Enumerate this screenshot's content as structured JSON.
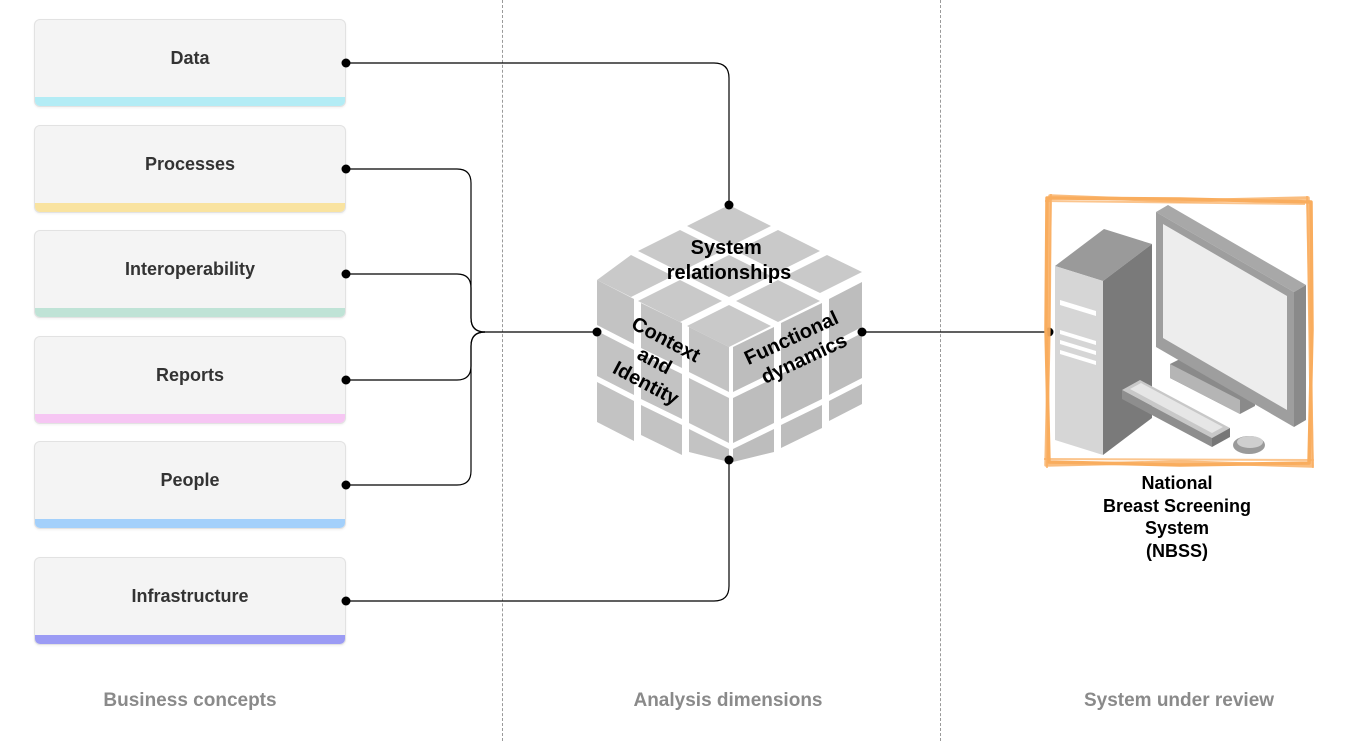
{
  "concepts": [
    {
      "label": "Data",
      "color": "#b3ecf5"
    },
    {
      "label": "Processes",
      "color": "#f9e3a0"
    },
    {
      "label": "Interoperability",
      "color": "#bfe3d6"
    },
    {
      "label": "Reports",
      "color": "#f6c6f3"
    },
    {
      "label": "People",
      "color": "#a3d0fb"
    },
    {
      "label": "Infrastructure",
      "color": "#9b9bf4"
    }
  ],
  "cube": {
    "top": [
      "System",
      "relationships"
    ],
    "left": [
      "Context",
      "and",
      "Identity"
    ],
    "right": [
      "Functional",
      "dynamics"
    ]
  },
  "system": {
    "name_lines": [
      "National",
      "Breast Screening",
      "System",
      "(NBSS)"
    ],
    "frame_color": "#f9ad5e"
  },
  "columns": {
    "left": "Business concepts",
    "middle": "Analysis dimensions",
    "right": "System under review"
  }
}
